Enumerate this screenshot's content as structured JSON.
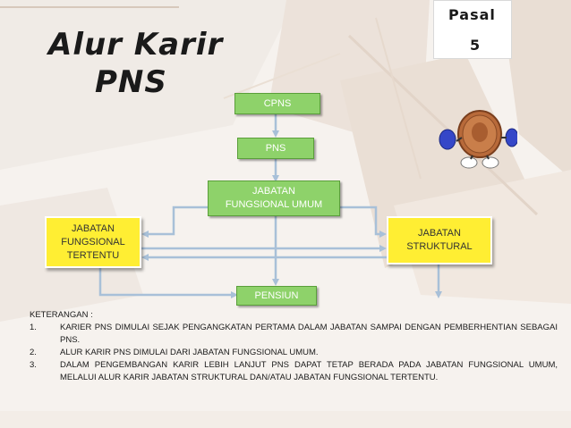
{
  "title": {
    "line1": "Alur Karir",
    "line2": "PNS"
  },
  "pasal": {
    "label": "Pasal",
    "number": "5"
  },
  "boxes": {
    "cpns": "CPNS",
    "pns": "PNS",
    "jfu": "JABATAN\nFUNGSIONAL UMUM",
    "jft": "JABATAN\nFUNGSIONAL\nTERTENTU",
    "struktural": "JABATAN\nSTRUKTURAL",
    "pensiun": "PENSIUN"
  },
  "notes": {
    "heading": "KETERANGAN :",
    "items": [
      {
        "n": "1.",
        "text": "KARIER PNS DIMULAI SEJAK PENGANGKATAN PERTAMA DALAM JABATAN SAMPAI DENGAN PEMBERHENTIAN SEBAGAI PNS."
      },
      {
        "n": "2.",
        "text": "ALUR KARIR PNS DIMULAI DARI JABATAN FUNGSIONAL UMUM."
      },
      {
        "n": "3.",
        "text": "DALAM PENGEMBANGAN KARIR LEBIH LANJUT PNS DAPAT TETAP BERADA PADA JABATAN FUNGSIONAL UMUM, MELALUI ALUR KARIR JABATAN STRUKTURAL DAN/ATAU JABATAN FUNGSIONAL TERTENTU."
      }
    ]
  },
  "colors": {
    "box_green": "#8ed26a",
    "box_yellow": "#ffee33",
    "arrow": "#a8c0d8",
    "background": "#f4efea"
  },
  "icons": {
    "mascot": "coin-mascot-icon"
  }
}
